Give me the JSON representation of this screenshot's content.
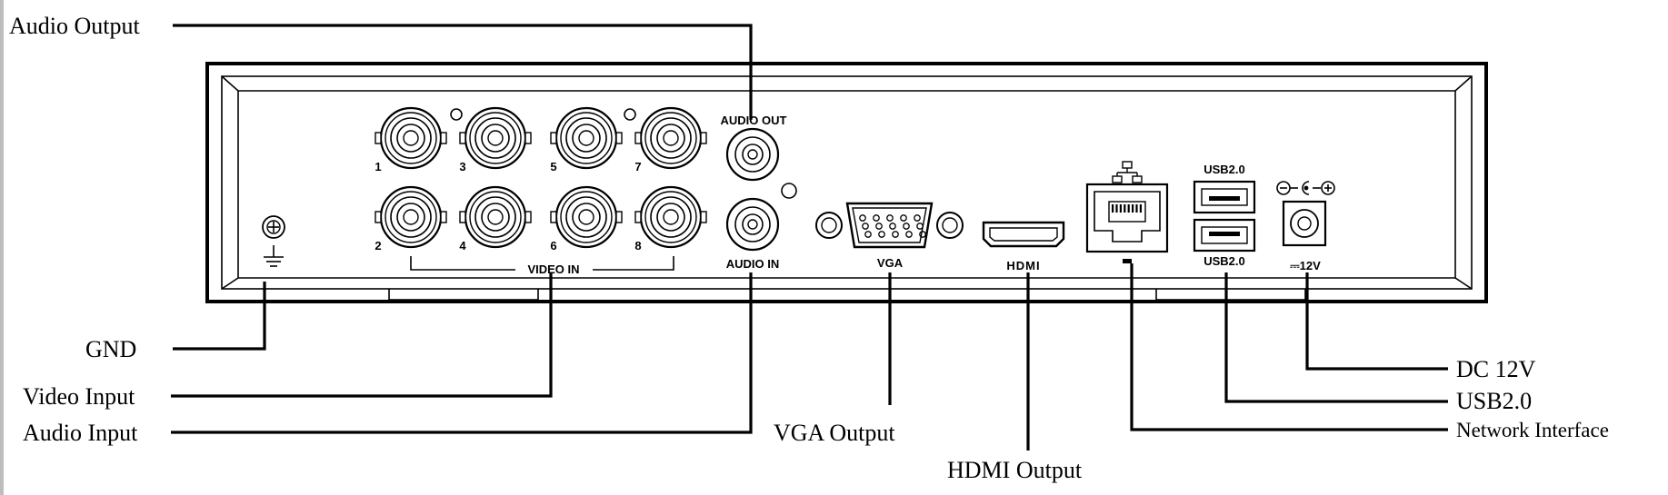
{
  "callouts": {
    "audio_output": "Audio Output",
    "gnd": "GND",
    "video_input": "Video Input",
    "audio_input": "Audio Input",
    "vga_output": "VGA Output",
    "hdmi_output": "HDMI Output",
    "network_interface": "Network Interface",
    "usb": "USB2.0",
    "dc": "DC 12V"
  },
  "panel": {
    "bnc_numbers": [
      "1",
      "2",
      "3",
      "4",
      "5",
      "6",
      "7",
      "8"
    ],
    "video_in_label": "VIDEO IN",
    "audio_out_label": "AUDIO OUT",
    "audio_in_label": "AUDIO IN",
    "vga_label": "VGA",
    "hdmi_label": "HDMI",
    "usb_top_label": "USB2.0",
    "usb_bottom_label": "USB2.0",
    "power_label": "⎓12V"
  },
  "colors": {
    "line": "#000000",
    "background": "#ffffff",
    "edge": "#bdbdbd"
  }
}
